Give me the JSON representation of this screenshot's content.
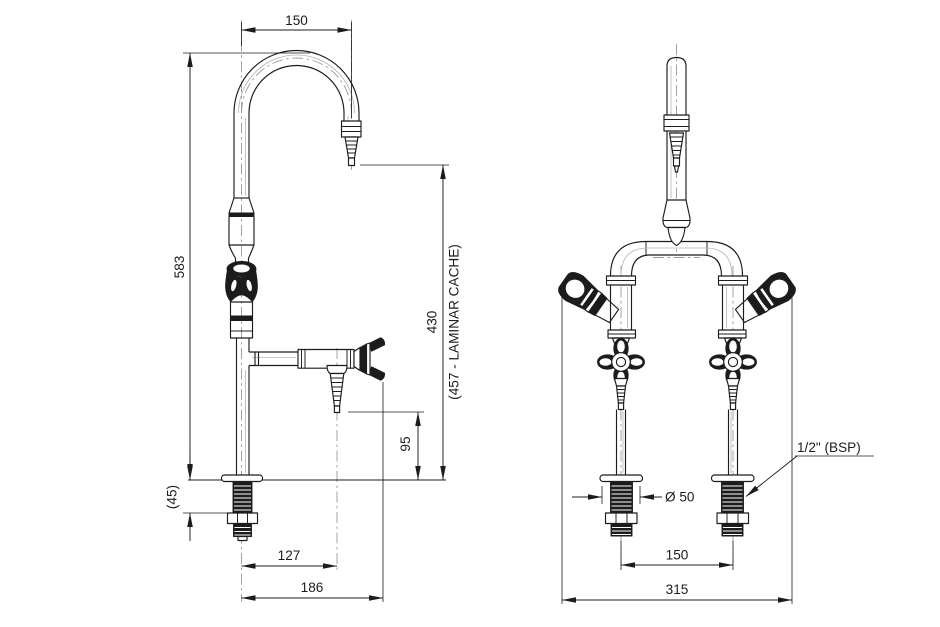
{
  "colors": {
    "line": "#1c1c1c",
    "centerline": "#9a9a9a",
    "light_line": "#b6b6b6",
    "background": "#ffffff"
  },
  "views": {
    "side": {
      "dims": {
        "spout_reach": "150",
        "overall_height": "583",
        "spout_outlet_height": "430",
        "laminar_note": "(457 - LAMINAR CACHE)",
        "side_outlet_height": "95",
        "counter_thickness": "(45)",
        "side_outlet_offset": "127",
        "handle_reach": "186"
      }
    },
    "front": {
      "dims": {
        "inlet_spacing": "150",
        "overall_width": "315",
        "base_diameter": "Ø 50",
        "inlet_thread": "1/2\" (BSP)"
      }
    }
  }
}
